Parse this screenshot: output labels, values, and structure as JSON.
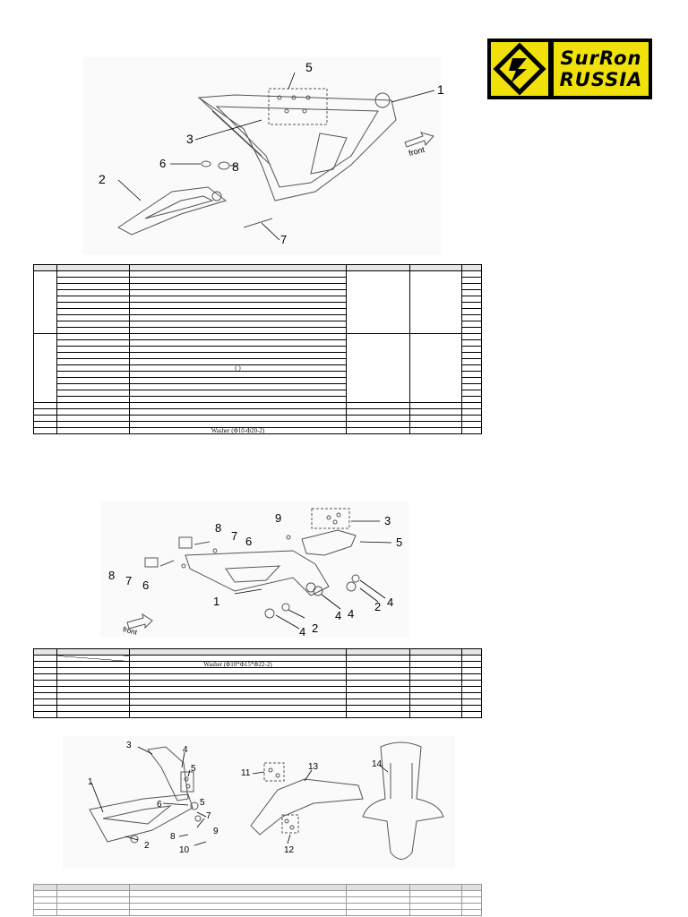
{
  "logo": {
    "line1": "SurRon",
    "line2": "RUSSIA",
    "brand_yellow": "#f0e10a",
    "brand_black": "#000000"
  },
  "figure1": {
    "callouts": [
      "5",
      "1",
      "3",
      "6",
      "8",
      "2",
      "7"
    ],
    "arrow_label": "front"
  },
  "figure2": {
    "callouts": [
      "9",
      "3",
      "8",
      "7",
      "6",
      "5",
      "8",
      "7",
      "6",
      "1",
      "4",
      "2",
      "4",
      "4",
      "2",
      "4"
    ],
    "arrow_label": "front"
  },
  "figure3": {
    "callouts": [
      "3",
      "4",
      "5",
      "1",
      "6",
      "5",
      "7",
      "8",
      "9",
      "10",
      "2",
      "11",
      "13",
      "14",
      "12"
    ]
  },
  "table1": {
    "note_bracket": "(     )",
    "washer": "Washer (Φ10-Φ20-2)"
  },
  "table2": {
    "washer": "Washer (Φ10*Φ15*Φ22-2)"
  }
}
